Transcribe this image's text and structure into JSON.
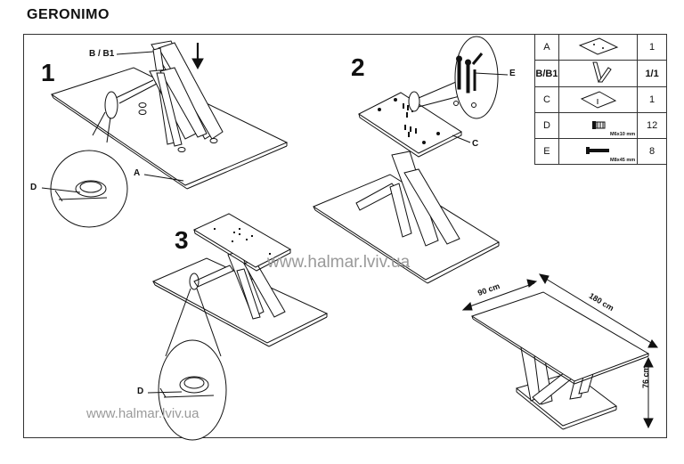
{
  "title": "GERONIMO",
  "steps": [
    "1",
    "2",
    "3"
  ],
  "labels": {
    "b_b1": "B / B1",
    "a": "A",
    "d1": "D",
    "e": "E",
    "c": "C",
    "d3": "D"
  },
  "watermark": {
    "main": "www.halmar.lviv.ua",
    "small": "www.halmar.lviv.ua"
  },
  "parts_table": [
    {
      "letter": "A",
      "qty": "1",
      "spec": ""
    },
    {
      "letter": "B/B1",
      "qty": "1/1",
      "spec": ""
    },
    {
      "letter": "C",
      "qty": "1",
      "spec": ""
    },
    {
      "letter": "D",
      "qty": "12",
      "spec": "M6x10 mm"
    },
    {
      "letter": "E",
      "qty": "8",
      "spec": "M8x45 mm"
    }
  ],
  "dimensions": {
    "width": "90 cm",
    "length": "180 cm",
    "height": "76 cm"
  }
}
